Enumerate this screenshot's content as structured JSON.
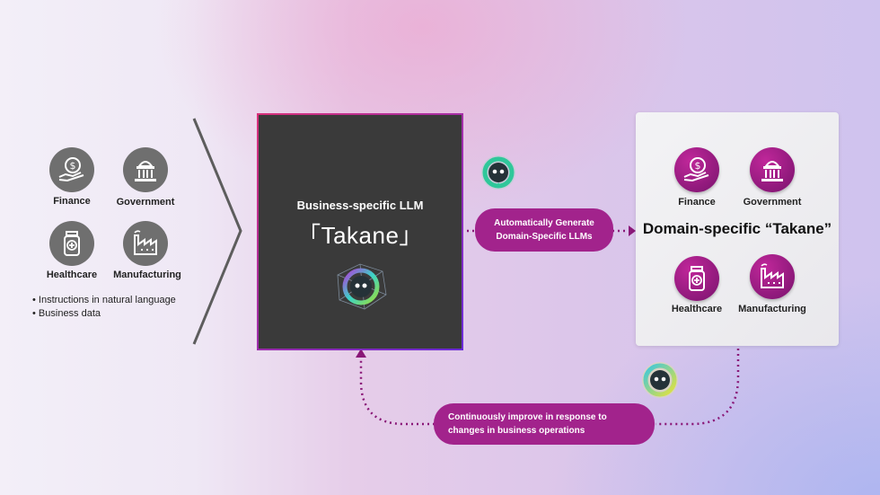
{
  "inputs": {
    "domains": [
      "Finance",
      "Government",
      "Healthcare",
      "Manufacturing"
    ],
    "bullets": [
      "Instructions in natural language",
      "Business data"
    ]
  },
  "core": {
    "subtitle": "Business-specific LLM",
    "title": "「Takane」"
  },
  "generate": {
    "line1": "Automatically Generate",
    "line2": "Domain-Specific LLMs"
  },
  "output": {
    "title": "Domain-specific “Takane”",
    "domains": [
      "Finance",
      "Government",
      "Healthcare",
      "Manufacturing"
    ]
  },
  "improve": {
    "line1": "Continuously improve in response to",
    "line2": "changes in business operations"
  },
  "colors": {
    "accent": "#a2238c",
    "icon_gray": "#6f6f6f",
    "core_bg": "#3a3a3a",
    "arrow": "#7a1a73"
  },
  "icons": [
    "finance-icon",
    "government-icon",
    "healthcare-icon",
    "manufacturing-icon",
    "robot-icon"
  ]
}
